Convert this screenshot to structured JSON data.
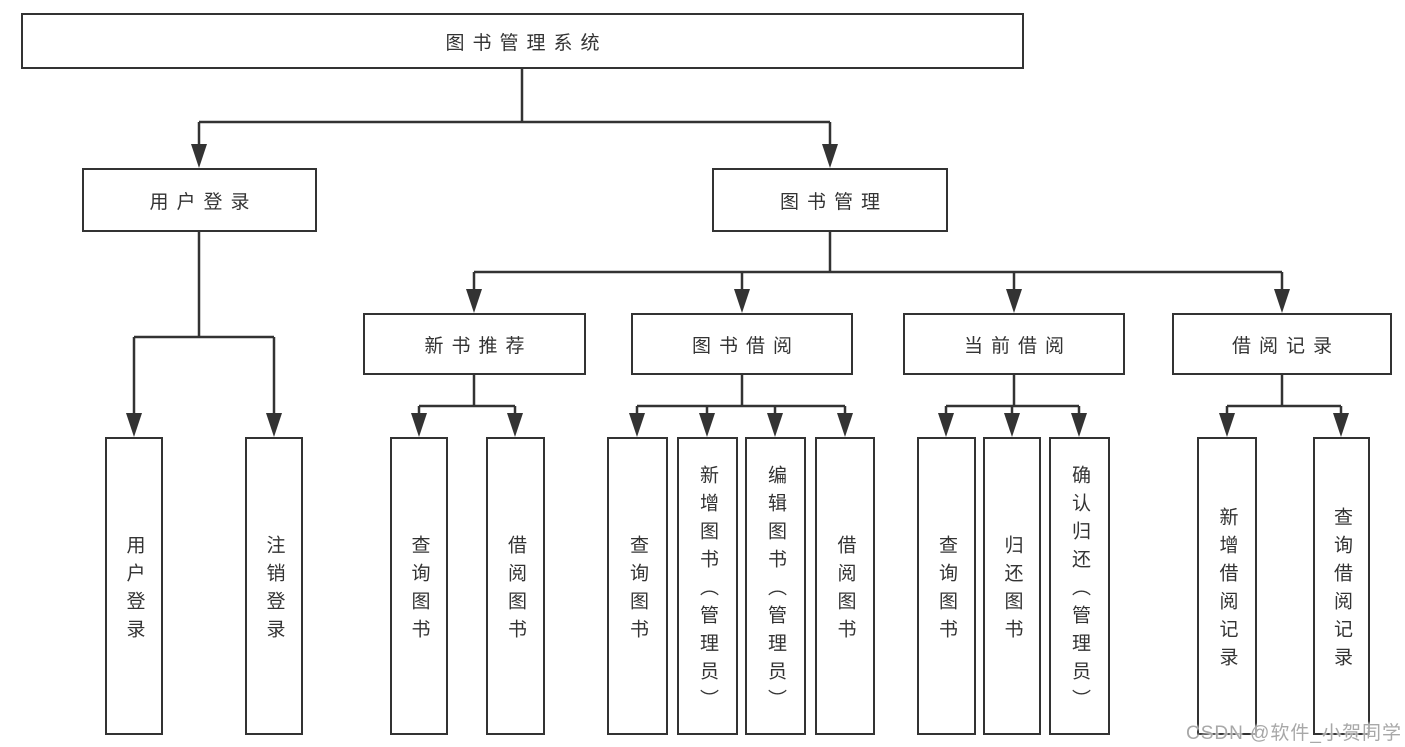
{
  "diagram": {
    "title_node": {
      "label": "图书管理系统"
    },
    "level2": [
      {
        "label": "用户登录"
      },
      {
        "label": "图书管理"
      }
    ],
    "level3": [
      {
        "label": "新书推荐",
        "parent": "图书管理"
      },
      {
        "label": "图书借阅",
        "parent": "图书管理"
      },
      {
        "label": "当前借阅",
        "parent": "图书管理"
      },
      {
        "label": "借阅记录",
        "parent": "图书管理"
      }
    ],
    "leaves": [
      {
        "label": "用户登录",
        "parent": "用户登录"
      },
      {
        "label": "注销登录",
        "parent": "用户登录"
      },
      {
        "label": "查询图书",
        "parent": "新书推荐"
      },
      {
        "label": "借阅图书",
        "parent": "新书推荐"
      },
      {
        "label": "查询图书",
        "parent": "图书借阅"
      },
      {
        "label": "新增图书（管理员）",
        "parent": "图书借阅"
      },
      {
        "label": "编辑图书（管理员）",
        "parent": "图书借阅"
      },
      {
        "label": "借阅图书",
        "parent": "图书借阅"
      },
      {
        "label": "查询图书",
        "parent": "当前借阅"
      },
      {
        "label": "归还图书",
        "parent": "当前借阅"
      },
      {
        "label": "确认归还（管理员）",
        "parent": "当前借阅"
      },
      {
        "label": "新增借阅记录",
        "parent": "借阅记录"
      },
      {
        "label": "查询借阅记录",
        "parent": "借阅记录"
      }
    ]
  },
  "watermark": {
    "text": "CSDN @软件_小贺同学"
  },
  "colors": {
    "line": "#333333",
    "border": "#333333",
    "text": "#333333",
    "background": "#ffffff",
    "watermark": "#a8a8a8"
  }
}
